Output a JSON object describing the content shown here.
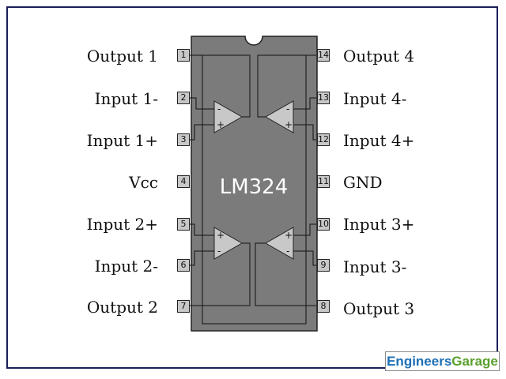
{
  "chip": {
    "name": "LM324"
  },
  "pins": [
    {
      "num": "1",
      "label": "Output 1"
    },
    {
      "num": "2",
      "label": "Input 1-"
    },
    {
      "num": "3",
      "label": "Input 1+"
    },
    {
      "num": "4",
      "label": "Vcc"
    },
    {
      "num": "5",
      "label": "Input 2+"
    },
    {
      "num": "6",
      "label": "Input 2-"
    },
    {
      "num": "7",
      "label": "Output 2"
    },
    {
      "num": "8",
      "label": "Output 3"
    },
    {
      "num": "9",
      "label": "Input 3-"
    },
    {
      "num": "10",
      "label": "Input 3+"
    },
    {
      "num": "11",
      "label": "GND"
    },
    {
      "num": "12",
      "label": "Input 4+"
    },
    {
      "num": "13",
      "label": "Input 4-"
    },
    {
      "num": "14",
      "label": "Output 4"
    }
  ],
  "opamp_symbols": {
    "plus": "+",
    "minus": "-"
  },
  "branding": {
    "part1": "Engineers",
    "part2": "Garage"
  },
  "colors": {
    "chip_body": "#7b7b7b",
    "pin_fill": "#c8c8c8",
    "opamp_fill": "#c8c8c8",
    "frame": "#1a1f5a"
  }
}
